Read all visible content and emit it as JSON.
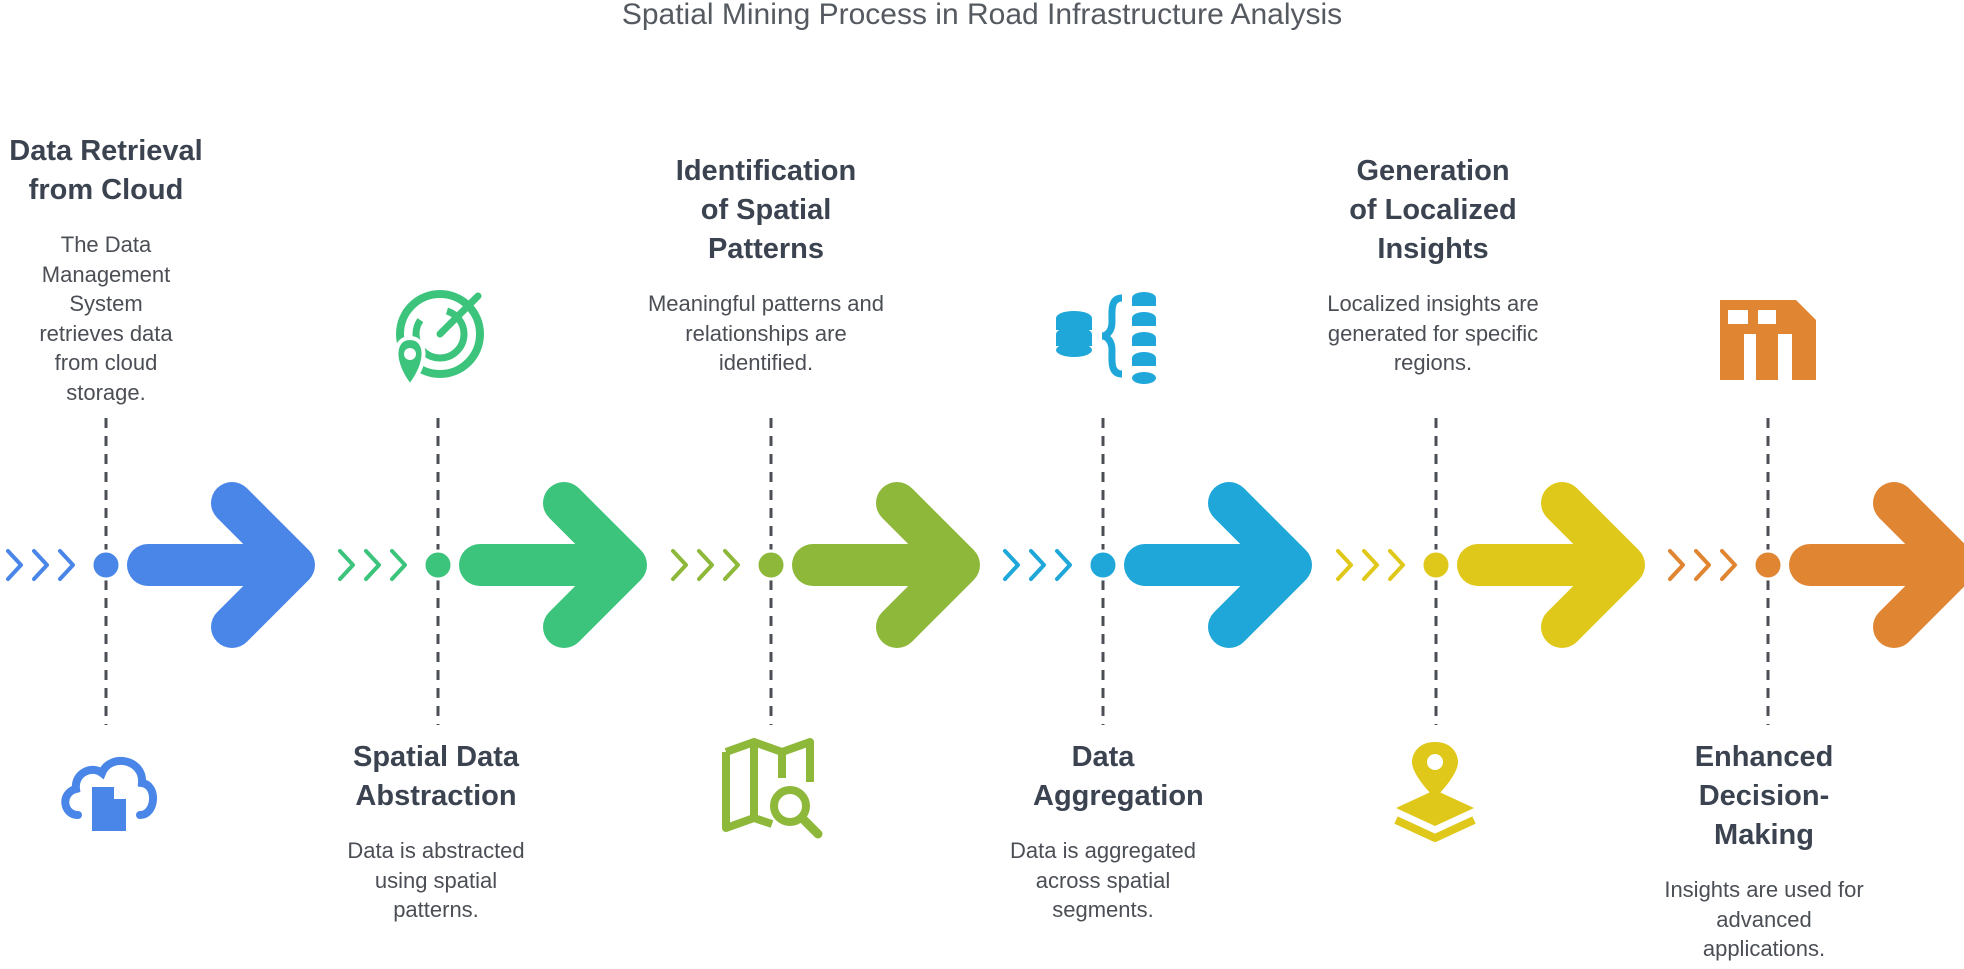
{
  "title": "Spatial Mining Process in Road Infrastructure Analysis",
  "steps": [
    {
      "title": "Data Retrieval from Cloud",
      "description": "The Data Management System retrieves data from cloud storage.",
      "color": "#4a86e8",
      "icon": "cloud-document-icon"
    },
    {
      "title": "Spatial Data Abstraction",
      "description": "Data is abstracted using spatial patterns.",
      "color": "#3cc47c",
      "icon": "location-radar-icon"
    },
    {
      "title": "Identification of Spatial Patterns",
      "description": "Meaningful patterns and relationships are identified.",
      "color": "#8db83a",
      "icon": "map-search-icon"
    },
    {
      "title": "Data Aggregation",
      "description": "Data is aggregated across spatial segments.",
      "color": "#1ea7d8",
      "icon": "database-aggregation-icon"
    },
    {
      "title": "Generation of Localized Insights",
      "description": "Localized insights are generated for specific regions.",
      "color": "#e0c81a",
      "icon": "location-layers-icon"
    },
    {
      "title": "Enhanced Decision-Making",
      "description": "Insights are used for advanced applications.",
      "color": "#e08532",
      "icon": "decision-bars-icon"
    }
  ]
}
